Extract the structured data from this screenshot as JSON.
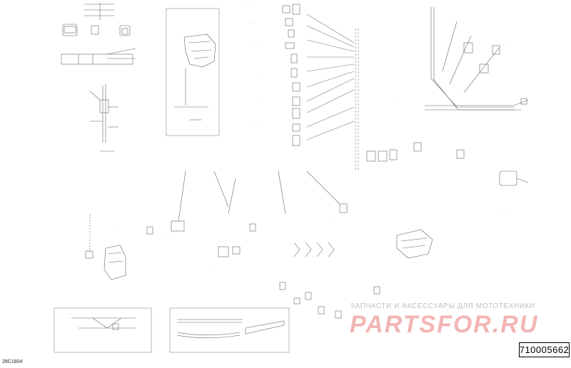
{
  "diagram": {
    "part_number": "710005662",
    "figure_code": "28C1804"
  },
  "watermark": {
    "tagline": "ЗАПЧАСТИ И АКСЕССУАРЫ ДЛЯ МОТОТЕХНИКИ",
    "brand": "PARTSFOR.RU",
    "brand_color": "#f2b5b5",
    "tagline_color": "#bfbfbf"
  },
  "colors": {
    "line": "#555555",
    "leader": "#9a9a9a",
    "frame": "#888888"
  }
}
